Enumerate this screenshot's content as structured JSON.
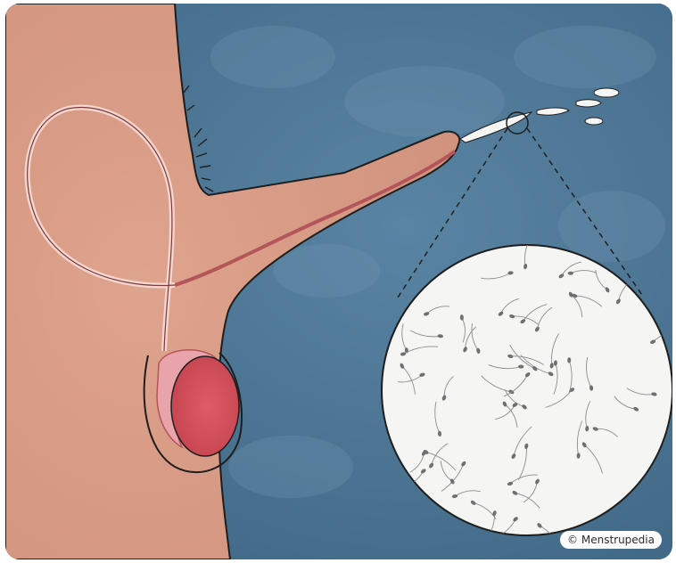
{
  "illustration": {
    "subject": "ejaculation-diagram",
    "magnified_view": "sperm-cells"
  },
  "watermark": {
    "text": "© Menstrupedia"
  },
  "colors": {
    "background_blue": "#4b7493",
    "skin": "#d89b85",
    "testis_red": "#d9535d",
    "epididymis_pink": "#e9a3aa",
    "duct": "#b4555a",
    "magnifier_white": "#f5f5f4",
    "outline": "#1e1e1e"
  }
}
